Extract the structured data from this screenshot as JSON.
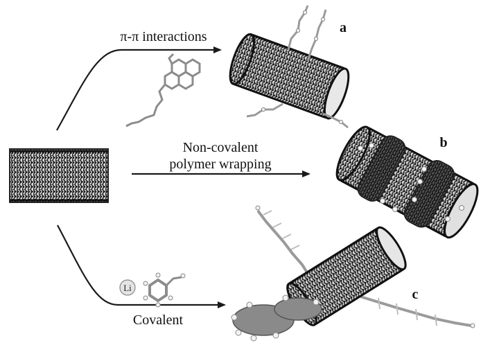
{
  "routes": {
    "top": "π-π interactions",
    "middle_line1": "Non-covalent",
    "middle_line2": "polymer wrapping",
    "bottom": "Covalent"
  },
  "panels": {
    "a": "a",
    "b": "b",
    "c": "c"
  },
  "atom_labels": {
    "lithium": "Li"
  },
  "colors": {
    "ink": "#1a1a1a",
    "lattice": "#2b2b2b",
    "molecule": "#9a9a9a",
    "hydrogen": "#f2f2f2"
  }
}
